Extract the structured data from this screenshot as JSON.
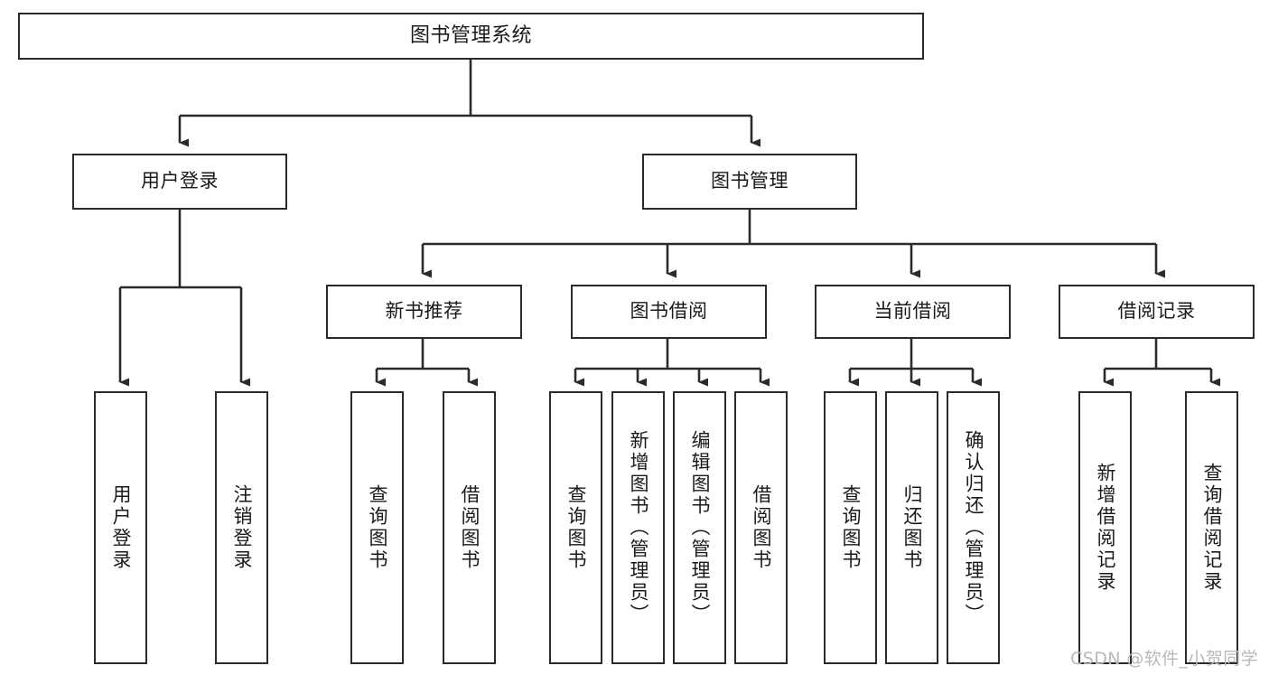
{
  "diagram": {
    "type": "tree",
    "title": "图书管理系统",
    "orientation": "top-down",
    "edge_style": "orthogonal-arrow",
    "colors": {
      "box_border": "#2b2b2b",
      "box_fill": "#ffffff",
      "edge": "#2b2b2b",
      "text": "#1a1a1a",
      "watermark": "#b9b9b9",
      "background": "#ffffff"
    },
    "watermark": "CSDN @软件_小贺同学",
    "root": {
      "label": "图书管理系统"
    },
    "level2": [
      {
        "label": "用户登录"
      },
      {
        "label": "图书管理"
      }
    ],
    "level3": [
      {
        "label": "新书推荐"
      },
      {
        "label": "图书借阅"
      },
      {
        "label": "当前借阅"
      },
      {
        "label": "借阅记录"
      }
    ],
    "leaves": {
      "user_login": [
        {
          "label": "用户登录"
        },
        {
          "label": "注销登录"
        }
      ],
      "new_book_recommend": [
        {
          "label": "查询图书"
        },
        {
          "label": "借阅图书"
        }
      ],
      "book_borrow": [
        {
          "label": "查询图书"
        },
        {
          "label": "新增图书（管理员）"
        },
        {
          "label": "编辑图书（管理员）"
        },
        {
          "label": "借阅图书"
        }
      ],
      "current_borrow": [
        {
          "label": "查询图书"
        },
        {
          "label": "归还图书"
        },
        {
          "label": "确认归还（管理员）"
        }
      ],
      "borrow_record": [
        {
          "label": "新增借阅记录"
        },
        {
          "label": "查询借阅记录"
        }
      ]
    }
  }
}
